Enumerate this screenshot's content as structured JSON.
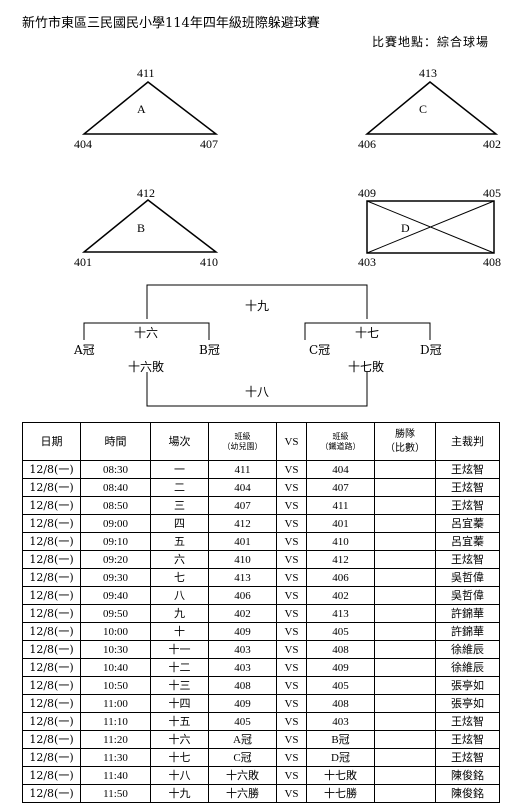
{
  "title": "新竹市東區三民國民小學114年四年級班際躲避球賽",
  "venue": "比賽地點：綜合球場",
  "groups": [
    {
      "name": "A",
      "top": "411",
      "left": "404",
      "right": "407"
    },
    {
      "name": "C",
      "top": "413",
      "left": "406",
      "right": "402"
    },
    {
      "name": "B",
      "top": "412",
      "left": "401",
      "right": "410"
    },
    {
      "name": "D",
      "top_left": "409",
      "top_right": "405",
      "bottom_left": "403",
      "bottom_right": "408"
    }
  ],
  "bracket": {
    "final": "十九",
    "semi_left": "十六",
    "semi_right": "十七",
    "a_winner": "A冠",
    "b_winner": "B冠",
    "c_winner": "C冠",
    "d_winner": "D冠",
    "left_loser": "十六敗",
    "right_loser": "十七敗",
    "third_place": "十八"
  },
  "table": {
    "headers": {
      "date": "日期",
      "time": "時間",
      "match": "場次",
      "class1": "班級\n（幼兒園）",
      "vs": "VS",
      "class2": "班級\n（鐵道路）",
      "winner": "勝隊\n（比數）",
      "referee": "主裁判"
    },
    "rows": [
      [
        "12/8(一)",
        "08:30",
        "一",
        "411",
        "VS",
        "404",
        "",
        "王炫智"
      ],
      [
        "12/8(一)",
        "08:40",
        "二",
        "404",
        "VS",
        "407",
        "",
        "王炫智"
      ],
      [
        "12/8(一)",
        "08:50",
        "三",
        "407",
        "VS",
        "411",
        "",
        "王炫智"
      ],
      [
        "12/8(一)",
        "09:00",
        "四",
        "412",
        "VS",
        "401",
        "",
        "呂宜蓁"
      ],
      [
        "12/8(一)",
        "09:10",
        "五",
        "401",
        "VS",
        "410",
        "",
        "呂宜蓁"
      ],
      [
        "12/8(一)",
        "09:20",
        "六",
        "410",
        "VS",
        "412",
        "",
        "王炫智"
      ],
      [
        "12/8(一)",
        "09:30",
        "七",
        "413",
        "VS",
        "406",
        "",
        "吳哲偉"
      ],
      [
        "12/8(一)",
        "09:40",
        "八",
        "406",
        "VS",
        "402",
        "",
        "吳哲偉"
      ],
      [
        "12/8(一)",
        "09:50",
        "九",
        "402",
        "VS",
        "413",
        "",
        "許錦華"
      ],
      [
        "12/8(一)",
        "10:00",
        "十",
        "409",
        "VS",
        "405",
        "",
        "許錦華"
      ],
      [
        "12/8(一)",
        "10:30",
        "十一",
        "403",
        "VS",
        "408",
        "",
        "徐維辰"
      ],
      [
        "12/8(一)",
        "10:40",
        "十二",
        "403",
        "VS",
        "409",
        "",
        "徐維辰"
      ],
      [
        "12/8(一)",
        "10:50",
        "十三",
        "408",
        "VS",
        "405",
        "",
        "張亭如"
      ],
      [
        "12/8(一)",
        "11:00",
        "十四",
        "409",
        "VS",
        "408",
        "",
        "張亭如"
      ],
      [
        "12/8(一)",
        "11:10",
        "十五",
        "405",
        "VS",
        "403",
        "",
        "王炫智"
      ],
      [
        "12/8(一)",
        "11:20",
        "十六",
        "A冠",
        "VS",
        "B冠",
        "",
        "王炫智"
      ],
      [
        "12/8(一)",
        "11:30",
        "十七",
        "C冠",
        "VS",
        "D冠",
        "",
        "王炫智"
      ],
      [
        "12/8(一)",
        "11:40",
        "十八",
        "十六敗",
        "VS",
        "十七敗",
        "",
        "陳俊銘"
      ],
      [
        "12/8(一)",
        "11:50",
        "十九",
        "十六勝",
        "VS",
        "十七勝",
        "",
        "陳俊銘"
      ]
    ]
  }
}
